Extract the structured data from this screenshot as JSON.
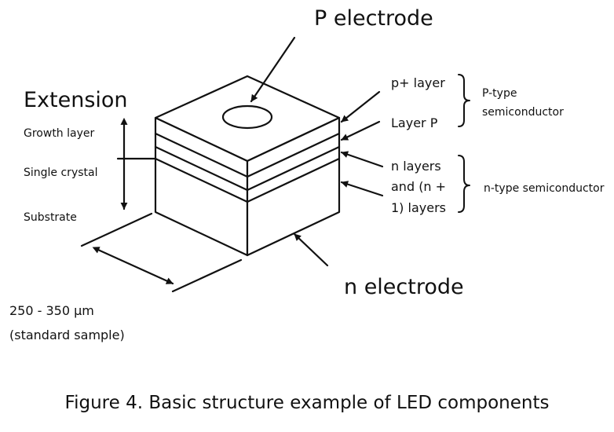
{
  "labels": {
    "p_electrode": "P electrode",
    "extension": "Extension",
    "growth_layer": "Growth layer",
    "single_crystal": "Single crystal",
    "substrate": "Substrate",
    "p_plus_layer": "p+ layer",
    "layer_p": "Layer P",
    "p_type_line1": "P-type",
    "p_type_line2": "semiconductor",
    "n_layers_line1": "n layers",
    "n_layers_line2": "and (n +",
    "n_layers_line3": "1) layers",
    "n_type": "n-type semiconductor",
    "n_electrode": "n electrode",
    "dimension_line1": "250 - 350 µm",
    "dimension_line2": "(standard sample)"
  },
  "caption": "Figure 4. Basic structure example of LED components"
}
